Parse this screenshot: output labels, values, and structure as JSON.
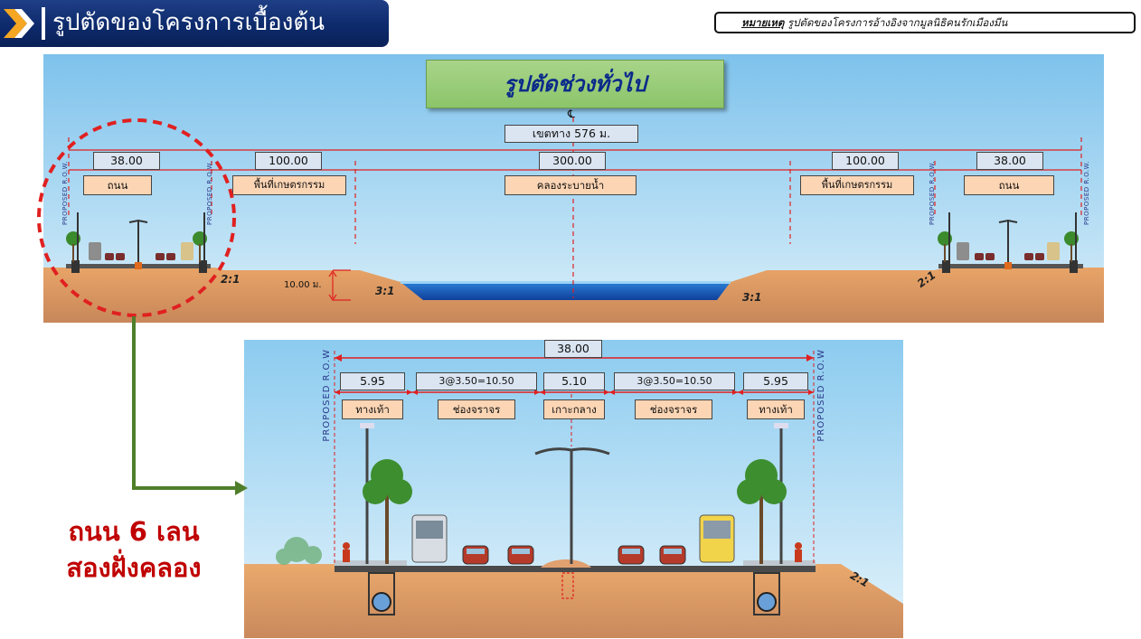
{
  "header": {
    "title": "รูปตัดของโครงการเบื้องต้น",
    "note_label": "หมายเหตุ",
    "note_text": "รูปตัดของโครงการอ้างอิงจากมูลนิธิคนรักเมืองมีน",
    "chevron_icon": "double-chevron-right-icon",
    "colors": {
      "header_bg": "#0d2a6b",
      "chevron": "#f5a623"
    }
  },
  "overview": {
    "title": "รูปตัดช่วงทั่วไป",
    "centerline_mark": "℄",
    "row_width": "เขตทาง 576 ม.",
    "left_road_width": "38.00",
    "left_road_label": "ถนน",
    "left_farm_width": "100.00",
    "left_farm_label": "พื้นที่เกษตรกรรม",
    "canal_width": "300.00",
    "canal_label": "คลองระบายน้ำ",
    "right_farm_width": "100.00",
    "right_farm_label": "พื้นที่เกษตรกรรม",
    "right_road_width": "38.00",
    "right_road_label": "ถนน",
    "depth": "10.00 ม.",
    "slope_bank": "2:1",
    "slope_canal": "3:1",
    "row_marker": "PROPOSED R.O.W."
  },
  "detail": {
    "total_width": "38.00",
    "segments": [
      {
        "width": "5.95",
        "label": "ทางเท้า"
      },
      {
        "width": "3@3.50=10.50",
        "label": "ช่องจราจร"
      },
      {
        "width": "5.10",
        "label": "เกาะกลาง"
      },
      {
        "width": "3@3.50=10.50",
        "label": "ช่องจราจร"
      },
      {
        "width": "5.95",
        "label": "ทางเท้า"
      }
    ],
    "row_marker": "PROPOSED R.O.W",
    "slope": "2:1"
  },
  "callout": {
    "line1": "ถนน 6 เลน",
    "line2": "สองฝั่งคลอง",
    "colors": {
      "circle": "#e02020",
      "arrow": "#4f7f2a",
      "text": "#c00000"
    }
  }
}
